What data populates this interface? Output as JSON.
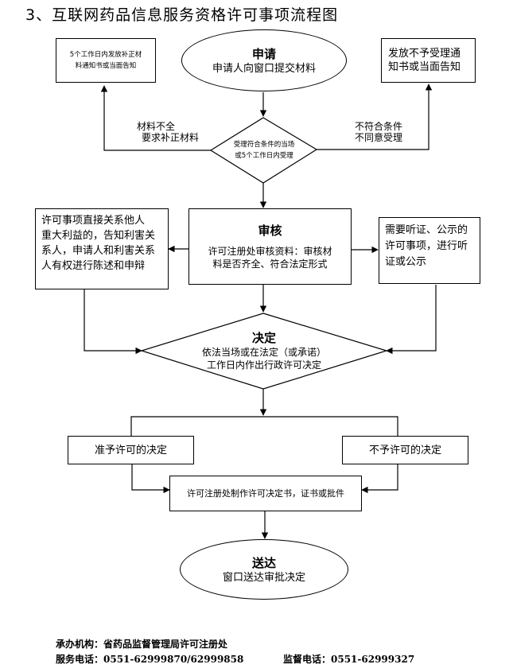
{
  "title": "3、互联网药品信息服务资格许可事项流程图",
  "apply": {
    "heading": "申请",
    "text": "申请人向窗口提交材料"
  },
  "notify_correction": {
    "line1": "5个工作日内发放补正材",
    "line2": "料通知书或当面告知"
  },
  "rejection_notice": {
    "line1": "发放不予受理通",
    "line2": "知书或当面告知"
  },
  "incomplete_label": {
    "line1": "材料不全",
    "line2": "要求补正材料"
  },
  "nonconform_label": {
    "line1": "不符合条件",
    "line2": "不同意受理"
  },
  "acceptance": {
    "line1": "受理符合条件的当场",
    "line2": "或5个工作日内受理"
  },
  "review": {
    "heading": "审核",
    "line1": "许可注册处审核资料：审核材",
    "line2": "料是否齐全、符合法定形式"
  },
  "stakeholder": {
    "line1": "许可事项直接关系他人",
    "line2": "重大利益的，告知利害关",
    "line3": "系人，申请人和利害关系",
    "line4": "人有权进行陈述和申辩"
  },
  "hearing": {
    "line1": "需要听证、公示的",
    "line2": "许可事项，进行听",
    "line3": "证或公示"
  },
  "decision": {
    "heading": "决定",
    "line1": "依法当场或在法定（或承诺）",
    "line2": "工作日内作出行政许可决定"
  },
  "grant": {
    "text": "准予许可的决定"
  },
  "deny": {
    "text": "不予许可的决定"
  },
  "certificate": {
    "text": "许可注册处制作许可决定书，证书或批件"
  },
  "deliver": {
    "heading": "送达",
    "text": "窗口送达审批决定"
  },
  "footer": {
    "agency": "承办机构：省药品监督管理局许可注册处",
    "service_phone": "服务电话：0551-62999870/62999858",
    "supervision_phone": "监督电话：0551-62999327"
  }
}
